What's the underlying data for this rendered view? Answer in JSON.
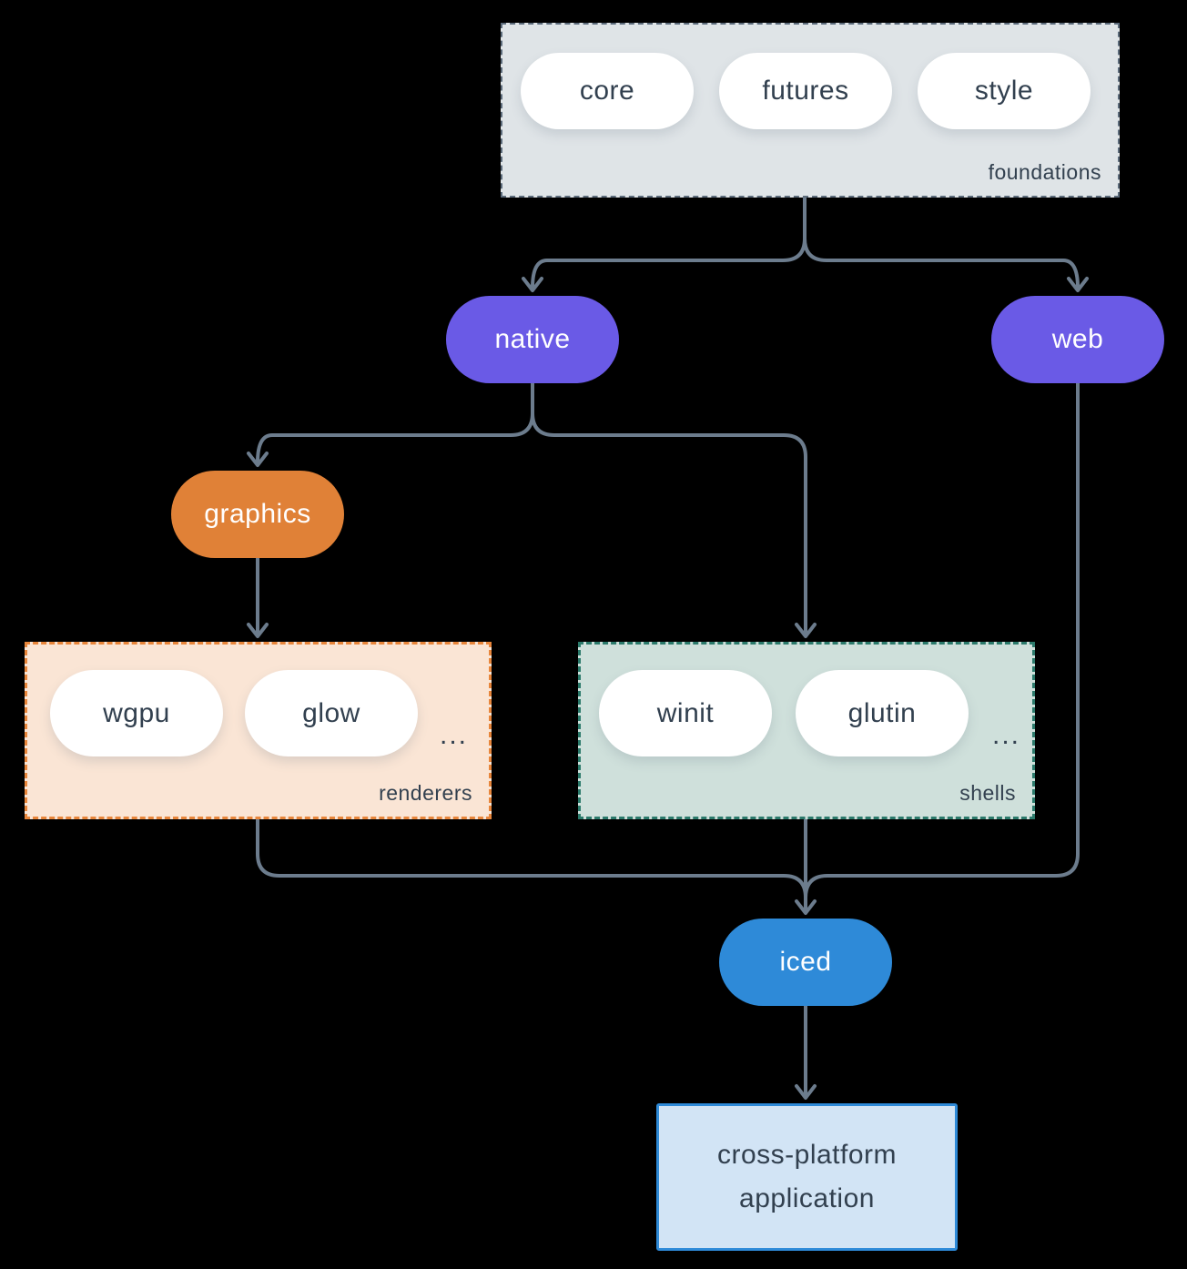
{
  "colors": {
    "background": "#000000",
    "connector": "#6C7C8D",
    "text_dark": "#32404F",
    "purple": "#6A5AE6",
    "orange": "#E08137",
    "blue": "#2E8AD8",
    "foundations_fill": "#DFE4E7",
    "foundations_border": "#5C6B7B",
    "renderers_fill": "#FAE5D5",
    "renderers_border": "#E8863B",
    "shells_fill": "#CFE0DB",
    "shells_border": "#2B7A6B",
    "app_fill": "#D2E4F5",
    "app_border": "#2E8AD8",
    "pill_fill": "#FFFFFF"
  },
  "diagram": {
    "foundations": {
      "label": "foundations",
      "items": [
        "core",
        "futures",
        "style"
      ]
    },
    "native": {
      "label": "native"
    },
    "web": {
      "label": "web"
    },
    "graphics": {
      "label": "graphics"
    },
    "renderers": {
      "label": "renderers",
      "items": [
        "wgpu",
        "glow"
      ],
      "ellipsis": "..."
    },
    "shells": {
      "label": "shells",
      "items": [
        "winit",
        "glutin"
      ],
      "ellipsis": "..."
    },
    "iced": {
      "label": "iced"
    },
    "application": {
      "label": "cross-platform application"
    }
  }
}
